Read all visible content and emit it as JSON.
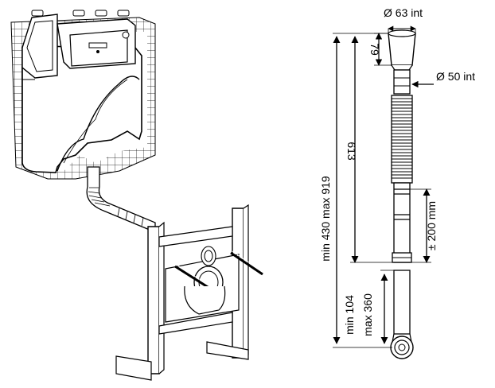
{
  "diagram": {
    "labels": {
      "inlet_diameter": "Ø 63 int",
      "outlet_diameter": "Ø 50 int",
      "collar_height": "79",
      "pipe_length": "613",
      "telescopic_range": "± 200 mm",
      "total_range": "min 430 max 919",
      "bottom_min": "min 104",
      "bottom_max": "max 360"
    }
  }
}
